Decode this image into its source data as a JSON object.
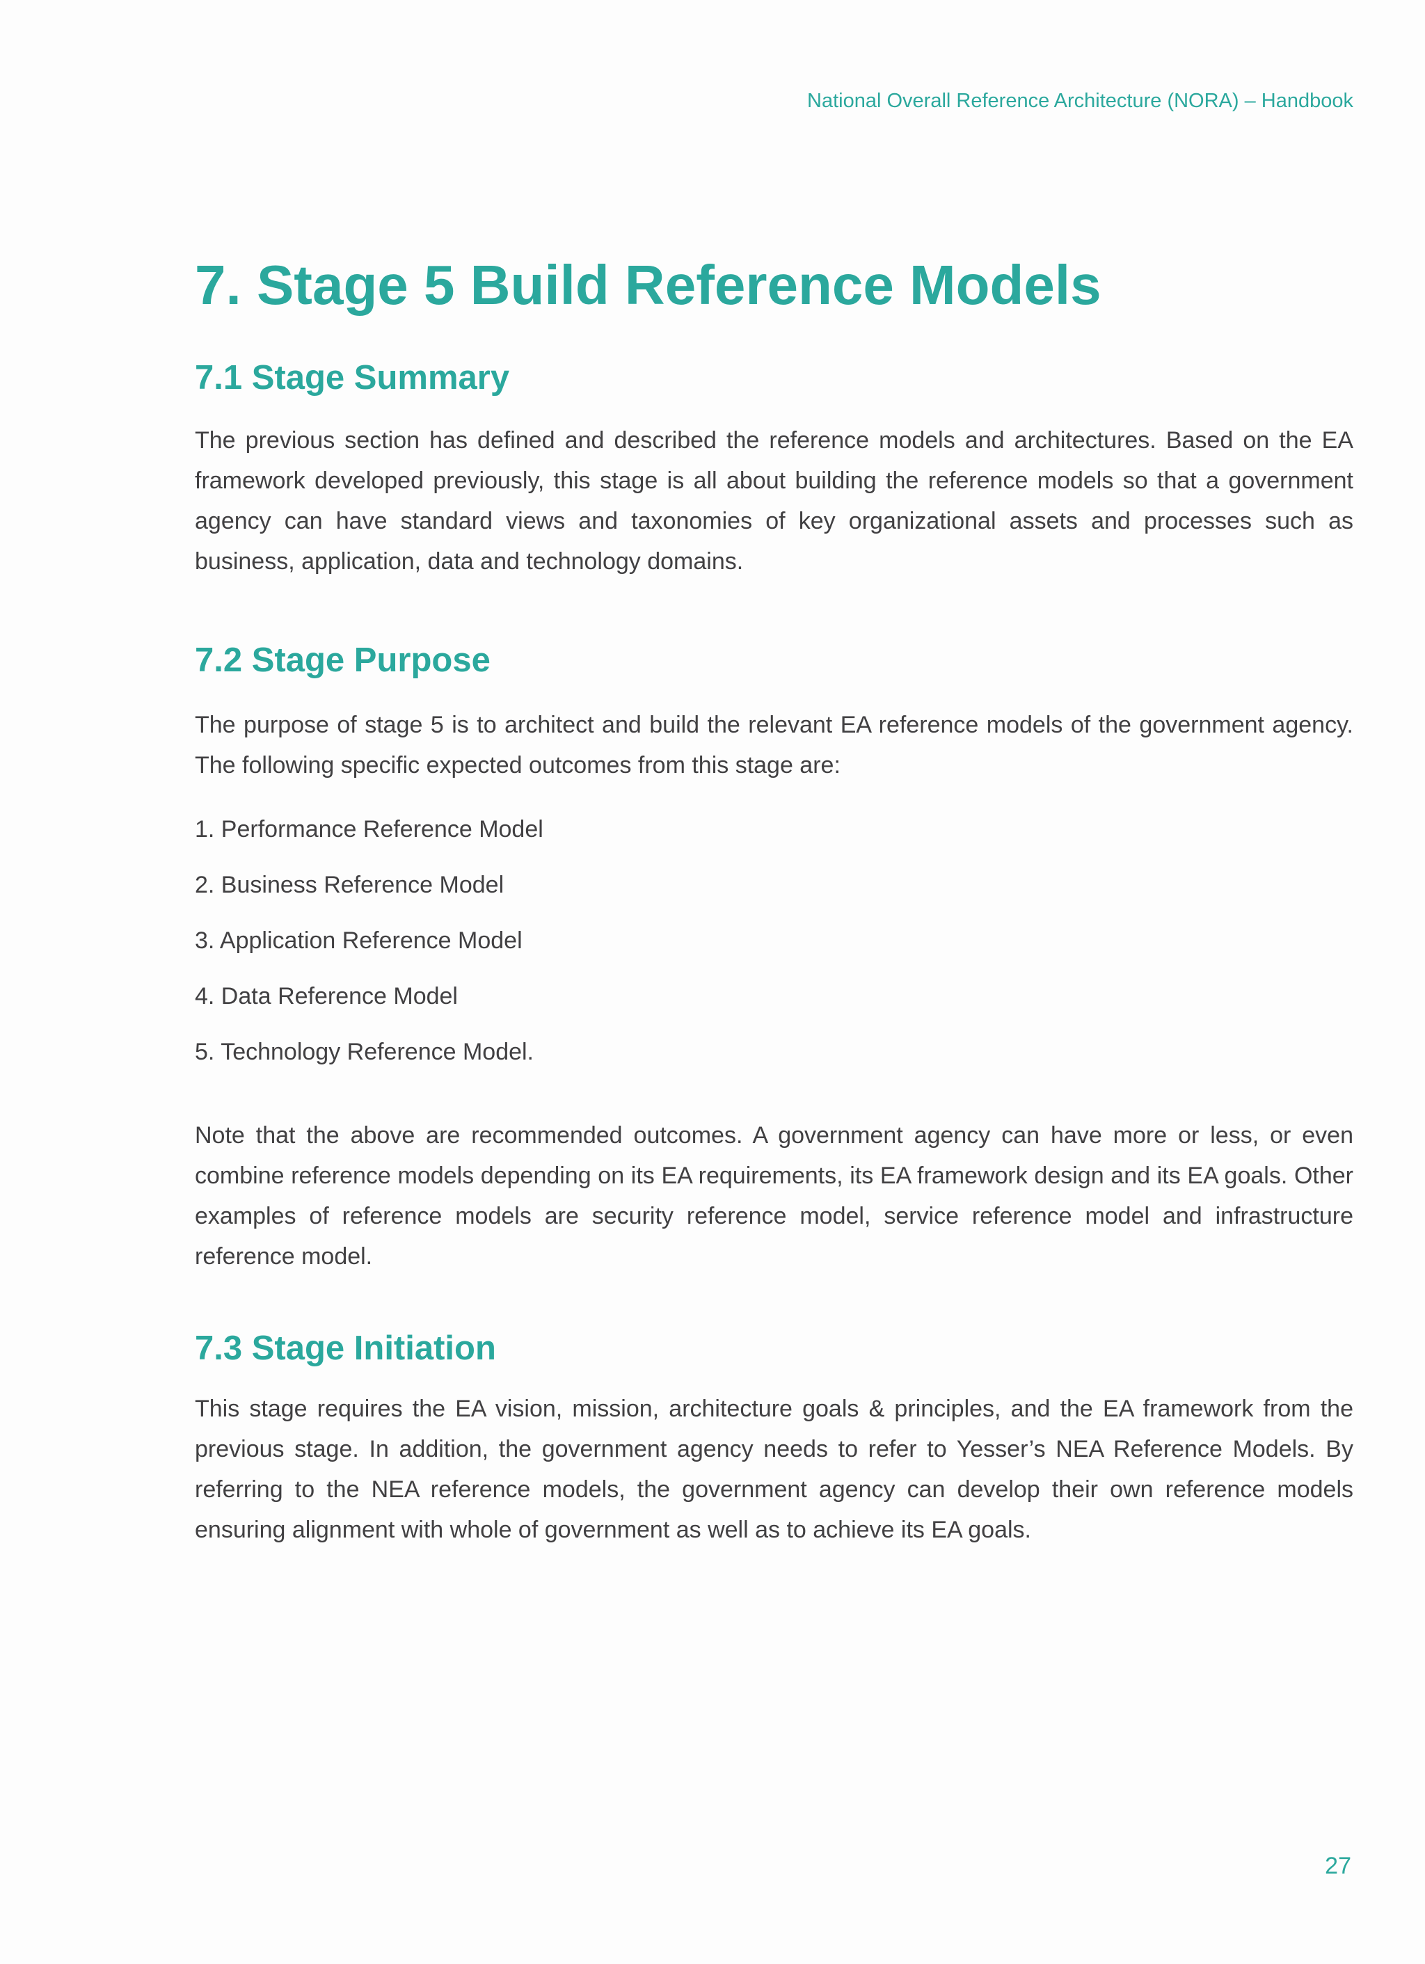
{
  "colors": {
    "accent": "#2ba89d",
    "body": "#414042",
    "page_bg": "#fdfdfd"
  },
  "header": {
    "title": "National Overall Reference Architecture (NORA) – Handbook"
  },
  "title": "7. Stage 5 Build Reference Models",
  "sections": [
    {
      "heading": "7.1 Stage Summary",
      "paragraphs": [
        "The previous section has defined and described the reference models and architectures. Based on the EA framework developed previously, this stage is all about building the reference models so that a government agency can have standard views and taxonomies of key organizational assets and processes such as business, application, data and technology domains."
      ]
    },
    {
      "heading": "7.2 Stage Purpose",
      "paragraphs": [
        "The purpose of stage 5 is to architect and build the relevant EA reference models of the government agency. The following specific expected outcomes from this stage are:",
        "Note that the above are recommended outcomes. A government agency can have more or less, or even combine reference models depending on its EA requirements, its EA framework design and its EA goals. Other examples of reference models are security reference model, service reference model and infrastructure reference model."
      ],
      "list": [
        "1. Performance Reference Model",
        "2. Business Reference Model",
        "3. Application Reference Model",
        "4. Data Reference Model",
        "5. Technology Reference Model."
      ]
    },
    {
      "heading": "7.3 Stage Initiation",
      "paragraphs": [
        "This stage requires the EA vision, mission, architecture goals & principles, and the EA framework from the previous stage. In addition, the government agency needs to refer to Yesser’s NEA Reference Models. By referring to the NEA reference models, the government agency can develop their own reference models ensuring alignment with whole of government as well as to achieve its EA goals."
      ]
    }
  ],
  "footer": {
    "page_number": "27"
  }
}
